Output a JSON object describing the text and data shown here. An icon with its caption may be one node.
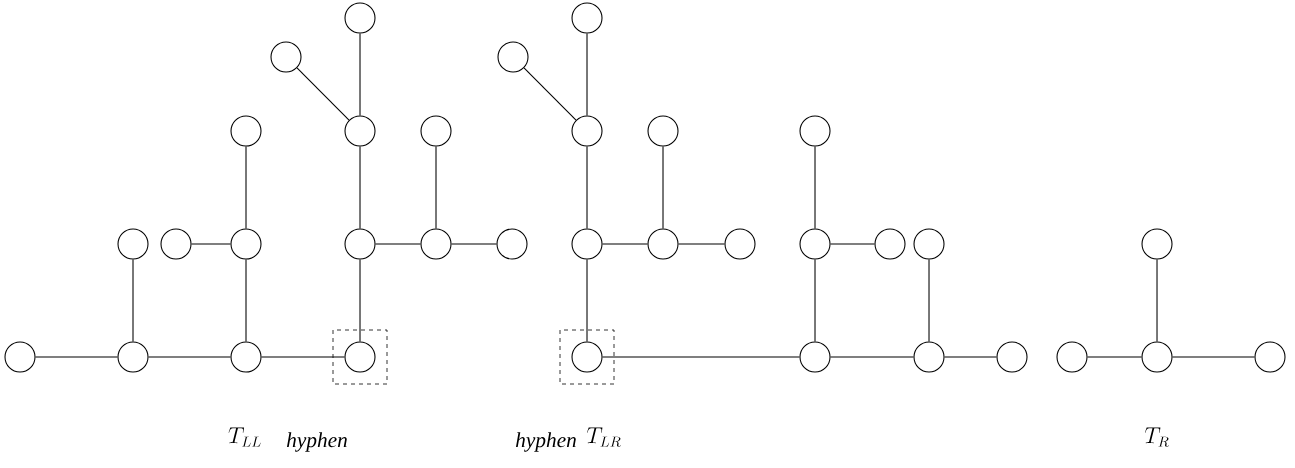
{
  "diagram": {
    "nodes": [
      {
        "text": [],
        "shape": "circle"
      },
      {
        "text": [],
        "shape": "circle"
      },
      {
        "text": [],
        "shape": "circle"
      },
      {
        "text": [],
        "shape": "circle"
      },
      {
        "text": [],
        "shape": "circle"
      },
      {
        "text": [],
        "shape": "circle"
      },
      {
        "text": [],
        "shape": "circle"
      },
      {
        "text": [],
        "shape": "circle"
      },
      {
        "text": [],
        "shape": "circle"
      },
      {
        "text": [],
        "shape": "circle"
      },
      {
        "text": [],
        "shape": "circle"
      },
      {
        "text": [],
        "shape": "circle"
      },
      {
        "text": [],
        "shape": "circle"
      },
      {
        "text": [],
        "shape": "circle"
      },
      {
        "text": [],
        "shape": "circle"
      },
      {
        "text": [],
        "shape": "circle"
      },
      {
        "text": [],
        "shape": "circle"
      },
      {
        "text": [],
        "shape": "circle"
      },
      {
        "text": [],
        "shape": "circle"
      },
      {
        "text": [],
        "shape": "circle"
      },
      {
        "text": [],
        "shape": "circle"
      },
      {
        "text": [],
        "shape": "circle"
      },
      {
        "text": [],
        "shape": "circle"
      },
      {
        "text": [],
        "shape": "circle"
      },
      {
        "text": [],
        "shape": "circle"
      },
      {
        "text": [],
        "shape": "circle"
      },
      {
        "text": [],
        "shape": "circle"
      },
      {
        "text": [],
        "shape": "circle"
      },
      {
        "text": [],
        "shape": "circle"
      },
      {
        "text": [],
        "shape": "circle"
      },
      {
        "text": [],
        "shape": "circle"
      },
      {
        "text": [],
        "shape": "circle"
      },
      {
        "text": [],
        "shape": "circle"
      },
      {
        "text": [],
        "shape": "circle"
      }
    ],
    "edges": [
      {
        "from": 0,
        "to": 1,
        "arrow": "none"
      },
      {
        "from": 1,
        "to": 2,
        "arrow": "none"
      },
      {
        "from": 2,
        "to": 3,
        "arrow": "none"
      },
      {
        "from": 1,
        "to": 4,
        "arrow": "none"
      },
      {
        "from": 2,
        "to": 6,
        "arrow": "none"
      },
      {
        "from": 5,
        "to": 6,
        "arrow": "none"
      },
      {
        "from": 6,
        "to": 7,
        "arrow": "none"
      },
      {
        "from": 3,
        "to": 8,
        "arrow": "none"
      },
      {
        "from": 8,
        "to": 9,
        "arrow": "none"
      },
      {
        "from": 9,
        "to": 10,
        "arrow": "none"
      },
      {
        "from": 11,
        "to": 9,
        "arrow": "none"
      },
      {
        "from": 8,
        "to": 12,
        "arrow": "none"
      },
      {
        "from": 12,
        "to": 13,
        "arrow": "none"
      },
      {
        "from": 12,
        "to": 14,
        "arrow": "none"
      },
      {
        "from": 15,
        "to": 16,
        "arrow": "none"
      },
      {
        "from": 16,
        "to": 17,
        "arrow": "none"
      },
      {
        "from": 17,
        "to": 18,
        "arrow": "none"
      },
      {
        "from": 19,
        "to": 17,
        "arrow": "none"
      },
      {
        "from": 16,
        "to": 20,
        "arrow": "none"
      },
      {
        "from": 20,
        "to": 21,
        "arrow": "none"
      },
      {
        "from": 20,
        "to": 22,
        "arrow": "none"
      },
      {
        "from": 15,
        "to": 23,
        "arrow": "none"
      },
      {
        "from": 23,
        "to": 24,
        "arrow": "none"
      },
      {
        "from": 24,
        "to": 25,
        "arrow": "none"
      },
      {
        "from": 24,
        "to": 26,
        "arrow": "none"
      },
      {
        "from": 23,
        "to": 27,
        "arrow": "none"
      },
      {
        "from": 27,
        "to": 28,
        "arrow": "none"
      },
      {
        "from": 27,
        "to": 29,
        "arrow": "none"
      },
      {
        "from": 30,
        "to": 31,
        "arrow": "none"
      },
      {
        "from": 31,
        "to": 32,
        "arrow": "none"
      },
      {
        "from": 31,
        "to": 33,
        "arrow": "none"
      }
    ],
    "labels": [
      "T_{LL}",
      "hyphen",
      "hyphen",
      "T_{LR}",
      "T_R"
    ]
  }
}
